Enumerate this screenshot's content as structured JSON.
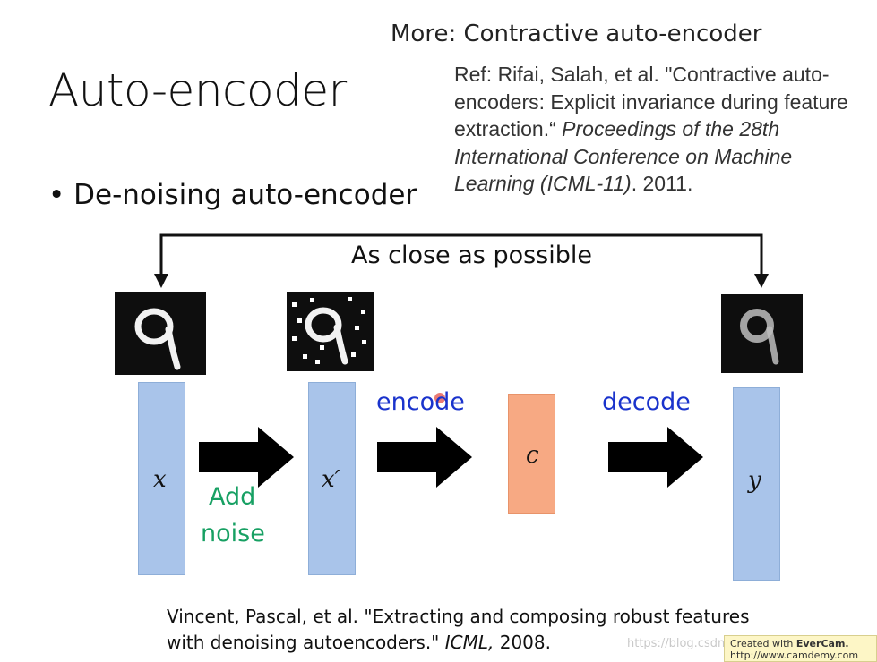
{
  "header": {
    "more_title": "More: Contractive auto-encoder",
    "ref_prefix": "Ref: Rifai, Salah, et al. \"Contractive auto-encoders: Explicit invariance during feature extraction.“ ",
    "ref_venue": "Proceedings of the 28th International Conference on Machine Learning (ICML-11)",
    "ref_year": ". 2011."
  },
  "slide": {
    "title": "Auto-encoder",
    "bullet": "De-noising auto-encoder"
  },
  "diagram": {
    "close_label": "As close as possible",
    "input_var": "x",
    "noisy_var": "x′",
    "code_var": "c",
    "output_var": "y",
    "add_noise_label_1": "Add",
    "add_noise_label_2": "noise",
    "encode_label": "encode",
    "decode_label": "decode",
    "colors": {
      "vector_fill": "#a9c4ea",
      "code_fill": "#f7a983",
      "op_label_blue": "#1a33cc",
      "noise_label_green": "#17a063"
    }
  },
  "citation": {
    "prefix": "Vincent, Pascal, et al. \"Extracting and composing robust features",
    "line2_prefix": "with denoising autoencoders.\" ",
    "venue": "ICML,",
    "year": " 2008."
  },
  "watermark": {
    "blog_url": "https://blog.csdn.net",
    "evercam_line1_prefix": "Created with ",
    "evercam_brand": "EverCam.",
    "evercam_line2": "http://www.camdemy.com"
  }
}
